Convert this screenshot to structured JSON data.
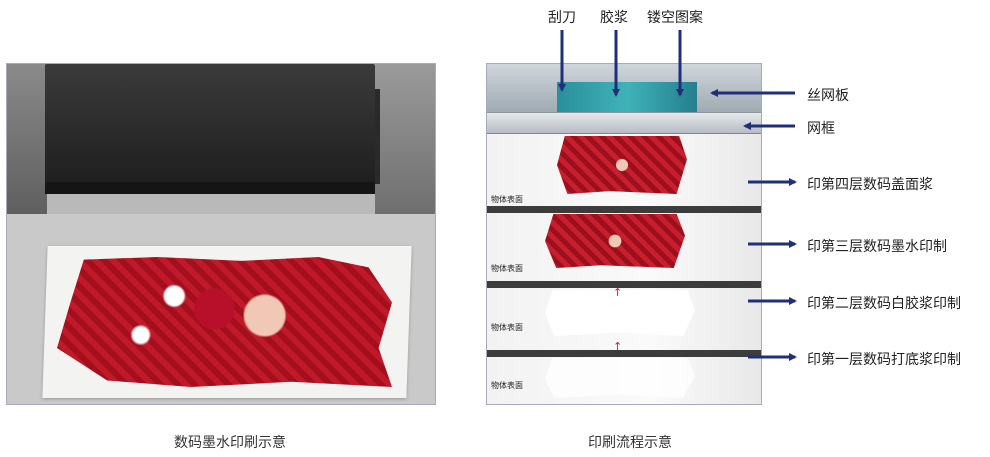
{
  "captions": {
    "left": "数码墨水印刷示意",
    "right": "印刷流程示意"
  },
  "top_labels": {
    "squeegee": "刮刀",
    "paste": "胶浆",
    "stencil": "镂空图案"
  },
  "side_labels": {
    "screen_plate": "丝网板",
    "frame": "网框",
    "layer4": "印第四层数码盖面浆",
    "layer3": "印第三层数码墨水印制",
    "layer2": "印第二层数码白胶浆印制",
    "layer1": "印第一层数码打底浆印制"
  },
  "surface_labels": [
    "物体表面",
    "物体表面",
    "物体表面",
    "物体表面"
  ],
  "colors": {
    "arrow": "#1f2f7a",
    "marker": "#d12020"
  },
  "icons": {
    "pointer": "arrow-icon",
    "direction": "up-arrow-icon"
  }
}
